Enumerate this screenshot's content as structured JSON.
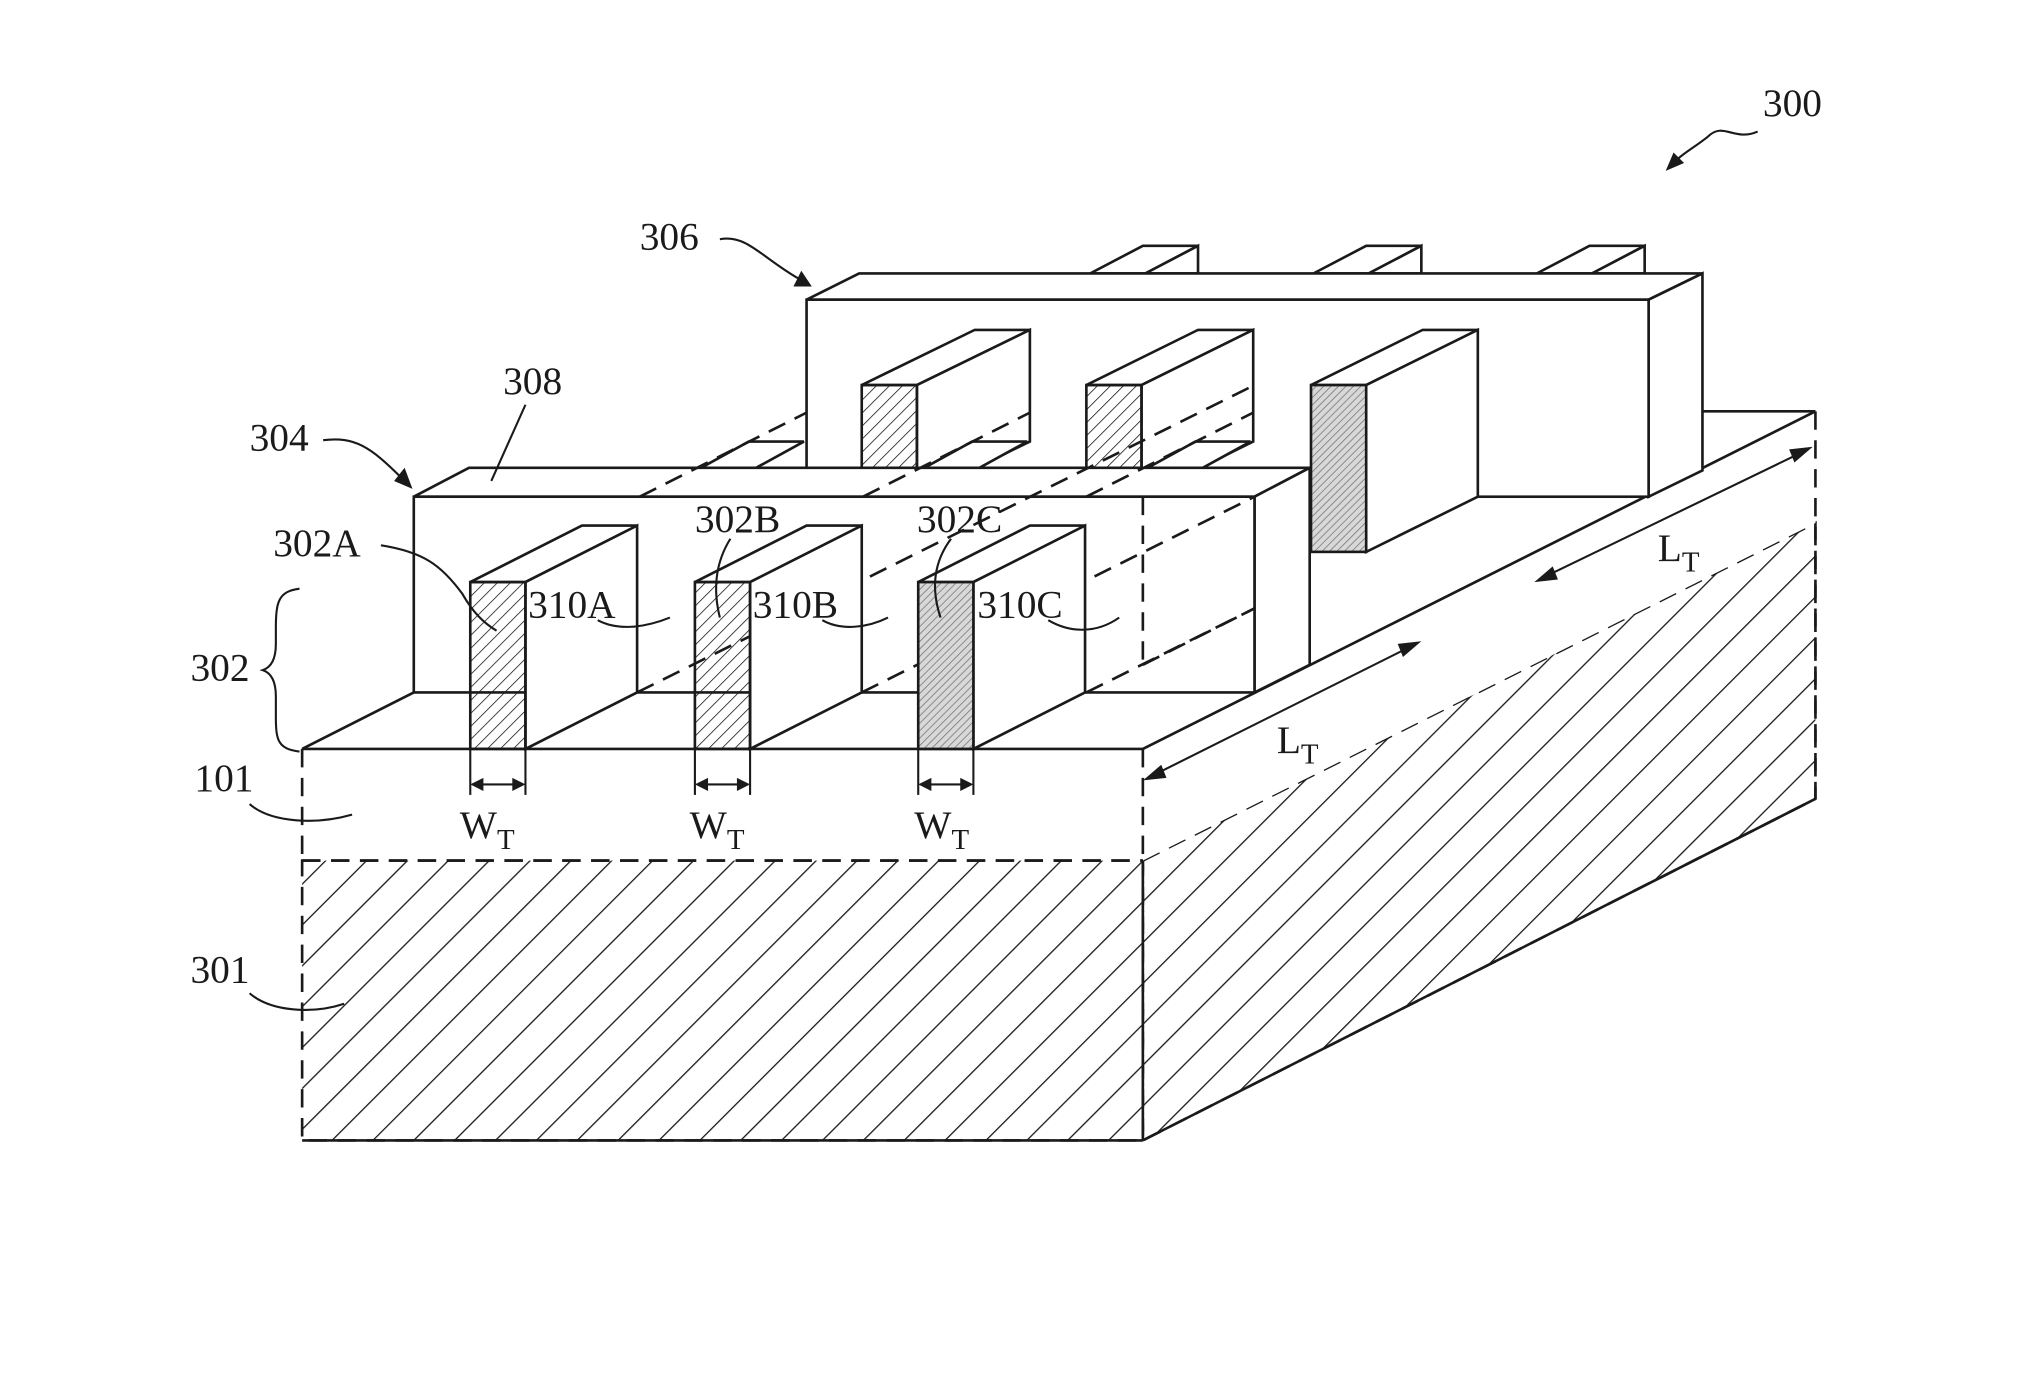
{
  "figure": {
    "ref_number": "300"
  },
  "labels": {
    "gate_upper": "306",
    "gate_lower": "304",
    "top_surface": "308",
    "fin_group": "302",
    "fin_a": "302A",
    "fin_b": "302B",
    "fin_c": "302C",
    "channel_a": "310A",
    "channel_b": "310B",
    "channel_c": "310C",
    "layer_top": "101",
    "substrate": "301"
  },
  "dimensions": {
    "width_main": "W",
    "width_sub": "T",
    "length_main": "L",
    "length_sub": "T"
  }
}
